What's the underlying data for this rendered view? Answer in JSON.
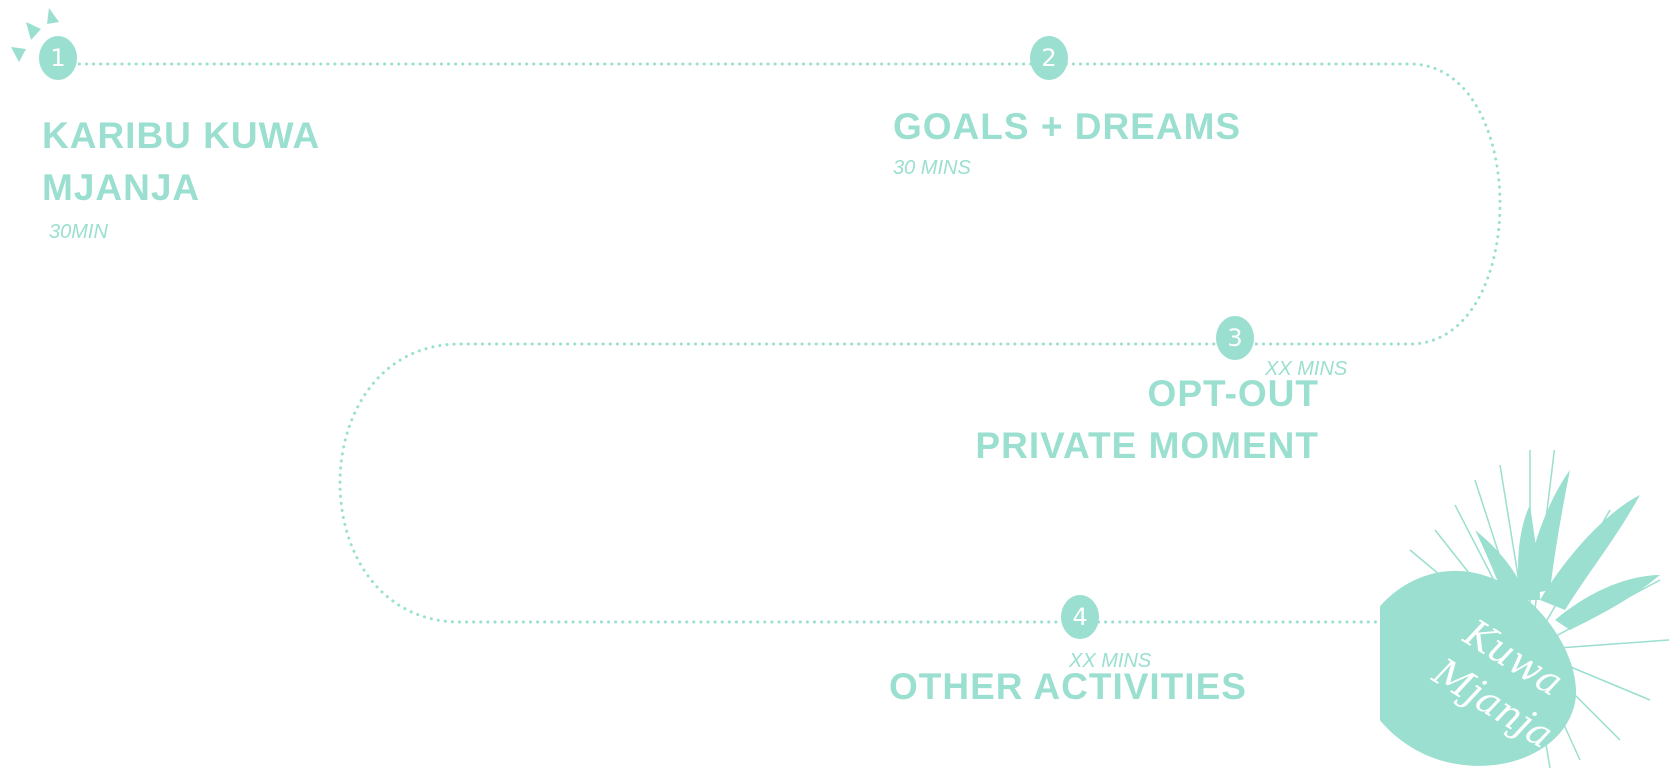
{
  "theme": {
    "accent": "#9adfcf"
  },
  "steps": [
    {
      "number": "1",
      "title_line1": "KARIBU KUWA",
      "title_line2": "MJANJA",
      "duration": "30MIN"
    },
    {
      "number": "2",
      "title_line1": "GOALS + DREAMS",
      "duration": "30 MINS"
    },
    {
      "number": "3",
      "title_line1": "OPT-OUT",
      "title_line2": "PRIVATE MOMENT",
      "duration": "XX MINS"
    },
    {
      "number": "4",
      "title_line1": "OTHER ACTIVITIES",
      "duration": "XX MINS"
    }
  ],
  "logo": {
    "text_line1": "Kuwa",
    "text_line2": "Mjanja",
    "icon": "pineapple-icon"
  },
  "decoration": {
    "icon": "confetti-icon"
  }
}
